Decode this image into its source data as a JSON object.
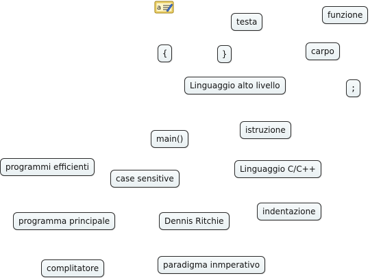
{
  "toolbar": {
    "icon": "text-edit-icon"
  },
  "nodes": {
    "testa": "testa",
    "funzione": "funzione",
    "brace_open": "{",
    "brace_close": "}",
    "carpo": "carpo",
    "linguaggio_alto_livello": "Linguaggio alto livello",
    "semicolon": ";",
    "istruzione": "istruzione",
    "main": "main()",
    "programmi_efficienti": "programmi efficienti",
    "linguaggio_c": "Linguaggio C/C++",
    "case_sensitive": "case sensitive",
    "indentazione": "indentazione",
    "programma_principale": "programma principale",
    "dennis_ritchie": "Dennis Ritchie",
    "complitatore": "complitatore",
    "paradigma": "paradigma inmperativo"
  }
}
